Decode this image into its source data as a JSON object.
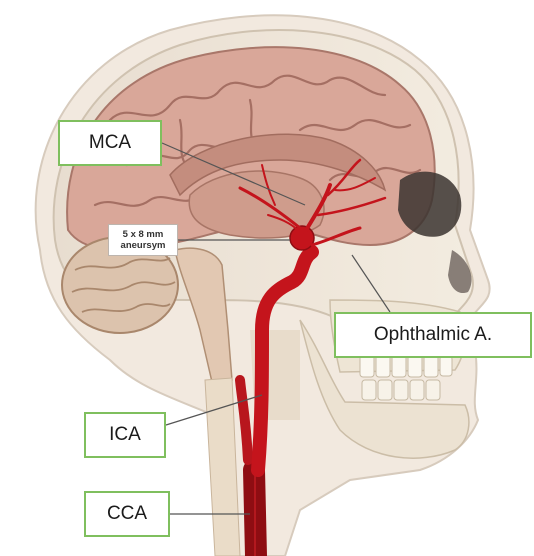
{
  "labels": {
    "mca": "MCA",
    "ophthalmic": "Ophthalmic A.",
    "ica": "ICA",
    "cca": "CCA"
  },
  "annotation": {
    "line1": "5 x 8 mm",
    "line2": "aneursym"
  },
  "colors": {
    "label_border": "#7fbf5e",
    "artery": "#c4141c",
    "brain": "#d9a799",
    "skull": "#efe6d6"
  }
}
